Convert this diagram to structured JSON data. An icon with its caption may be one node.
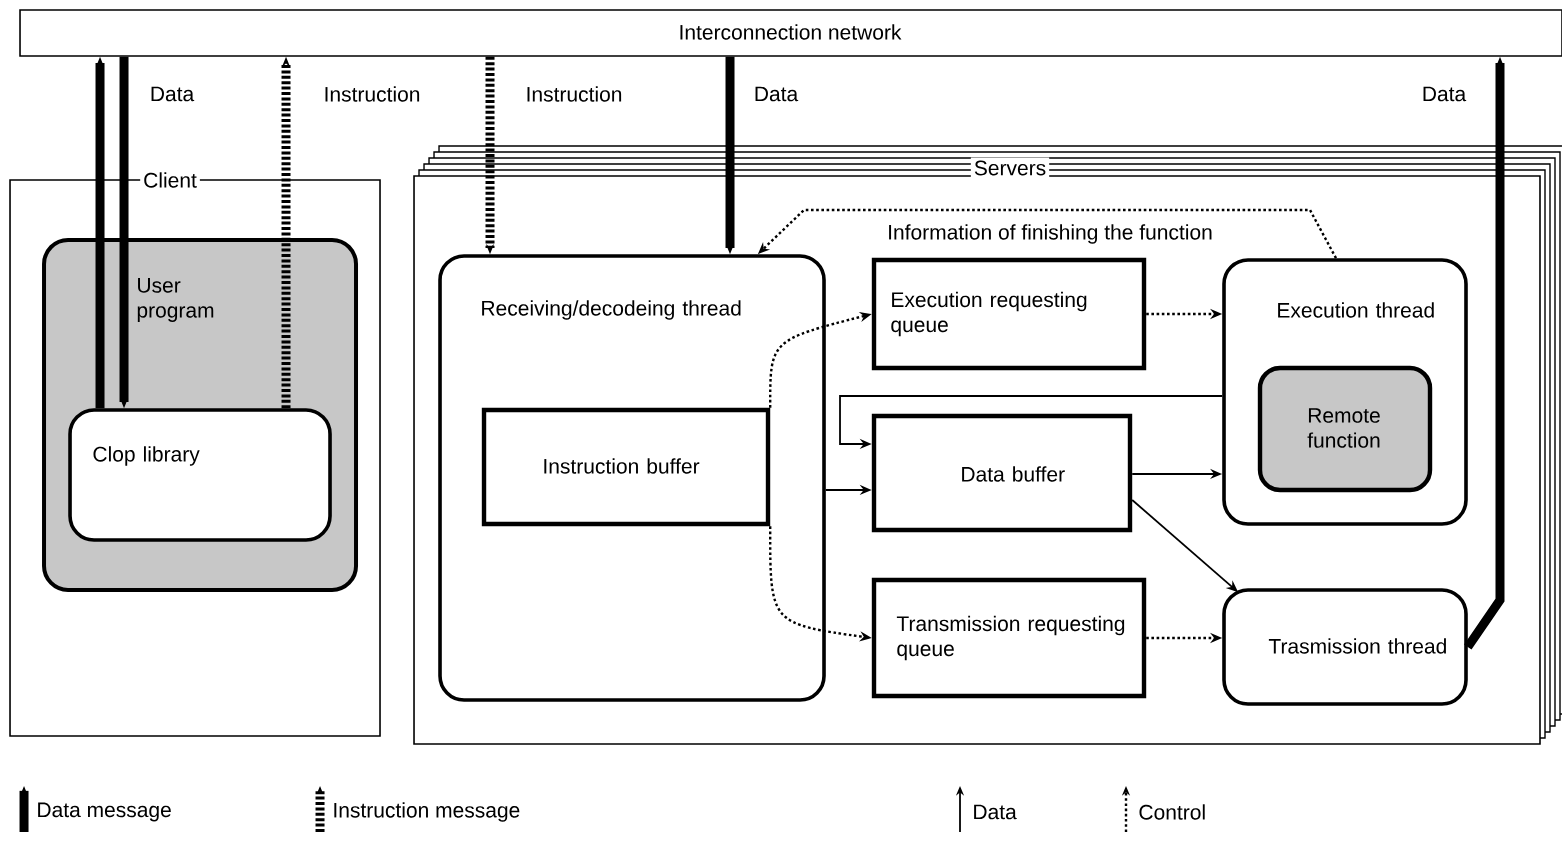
{
  "diagram": {
    "nodes": [
      {
        "text": [
          "Interconnection network"
        ]
      },
      {
        "text": [
          "Client"
        ]
      },
      {
        "text": [
          "User program"
        ],
        "in": 1
      },
      {
        "text": [
          "Clop library"
        ],
        "in": 2
      },
      {
        "text": [
          "Servers"
        ]
      },
      {
        "text": [
          "Receiving/decodeing thread"
        ],
        "in": 4
      },
      {
        "text": [
          "Instruction buffer"
        ],
        "in": 5
      },
      {
        "text": [
          "Execution requesting queue"
        ],
        "in": 4
      },
      {
        "text": [
          "Execution thread"
        ],
        "in": 4
      },
      {
        "text": [
          "Remote function"
        ],
        "in": 8
      },
      {
        "text": [
          "Data buffer"
        ],
        "in": 4
      },
      {
        "text": [
          "Transmission requesting queue"
        ],
        "in": 4
      },
      {
        "text": [
          "Trasmission thread"
        ],
        "in": 4
      }
    ],
    "edges": [
      {
        "from": 3,
        "to": 0,
        "arrow": "to",
        "style": "thick"
      },
      {
        "from": 0,
        "to": 3,
        "arrow": "to",
        "style": "thick",
        "label": "Data"
      },
      {
        "from": 3,
        "to": 0,
        "arrow": "to",
        "style": "dashed",
        "label": "Instruction"
      },
      {
        "from": 0,
        "to": 5,
        "arrow": "to",
        "style": "dashed",
        "label": "Instruction"
      },
      {
        "from": 0,
        "to": 5,
        "arrow": "to",
        "style": "thick",
        "label": "Data"
      },
      {
        "from": 8,
        "to": 5,
        "arrow": "to",
        "style": "dashed",
        "label": "Information of finishing the function"
      },
      {
        "from": 6,
        "to": 7,
        "arrow": "to",
        "style": "dashed"
      },
      {
        "from": 6,
        "to": 11,
        "arrow": "to",
        "style": "dashed"
      },
      {
        "from": 7,
        "to": 8,
        "arrow": "to",
        "style": "dashed"
      },
      {
        "from": 11,
        "to": 12,
        "arrow": "to",
        "style": "dashed"
      },
      {
        "from": 5,
        "to": 10,
        "arrow": "to"
      },
      {
        "from": 8,
        "to": 10,
        "arrow": "to"
      },
      {
        "from": 10,
        "to": 8,
        "arrow": "to"
      },
      {
        "from": 10,
        "to": 12,
        "arrow": "to"
      },
      {
        "from": 12,
        "to": 0,
        "arrow": "to",
        "style": "thick",
        "label": "Data"
      }
    ],
    "legend": [
      {
        "text": "Data message"
      },
      {
        "text": "Instruction message"
      },
      {
        "text": "Data"
      },
      {
        "text": "Control"
      }
    ]
  }
}
